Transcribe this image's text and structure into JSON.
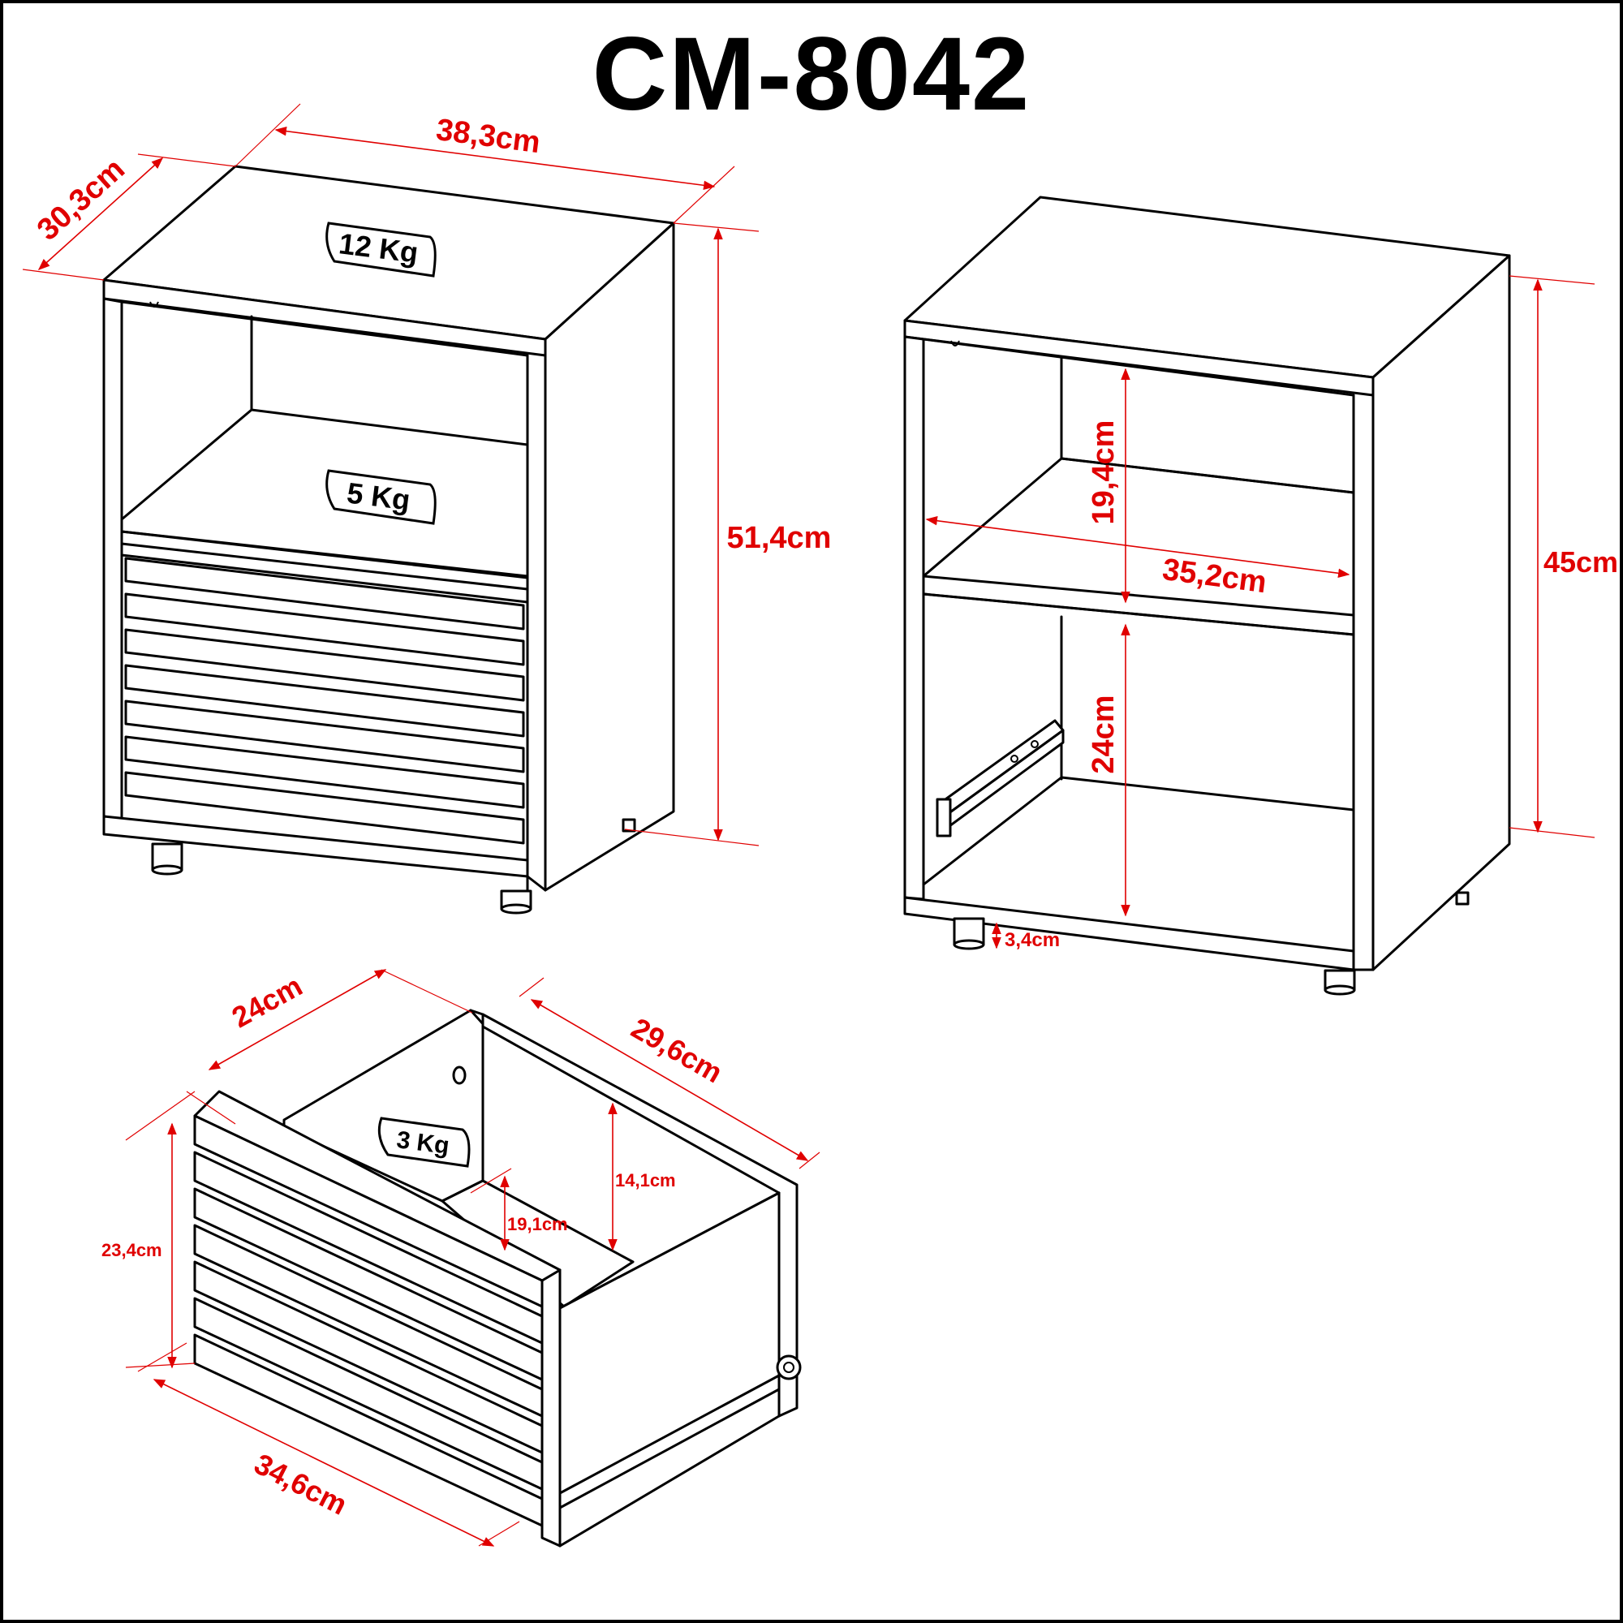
{
  "title": "CM-8042",
  "dimensions": {
    "overall_width": "38,3cm",
    "overall_depth": "30,3cm",
    "overall_height": "51,4cm",
    "body_height": "45cm",
    "upper_niche_height": "19,4cm",
    "inner_width": "35,2cm",
    "lower_niche_height": "24cm",
    "foot_height": "3,4cm",
    "drawer_depth": "24cm",
    "drawer_side_length": "29,6cm",
    "drawer_front_height": "23,4cm",
    "drawer_inner_height": "14,1cm",
    "drawer_inner_depth": "19,1cm",
    "drawer_front_width": "34,6cm"
  },
  "loads": {
    "top": "12 Kg",
    "shelf": "5 Kg",
    "drawer": "3 Kg"
  },
  "colors": {
    "dimension": "#e00000",
    "line": "#000000"
  }
}
